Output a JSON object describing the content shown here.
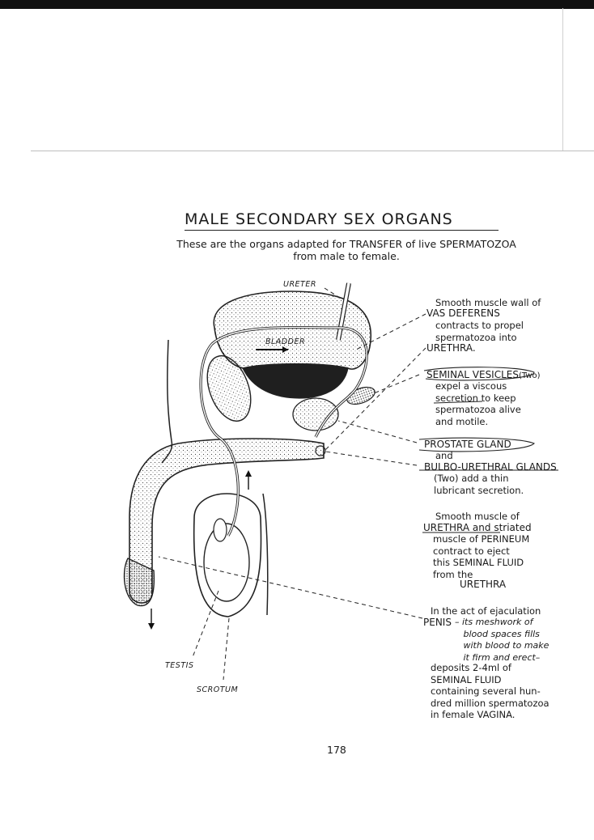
{
  "page": {
    "title": "MALE SECONDARY SEX ORGANS",
    "subtitle_line1": "These are the organs adapted for TRANSFER of live SPERMATOZOA",
    "subtitle_line2": "from male to female.",
    "page_number": "178"
  },
  "diagram_labels": {
    "ureter": "URETER",
    "bladder": "BLADDER",
    "testis": "TESTIS",
    "scrotum": "SCROTUM"
  },
  "notes": {
    "vas_deferens": {
      "intro": "Smooth muscle wall of",
      "heading": "VAS DEFERENS",
      "body": "contracts to propel\nspermatozoa into",
      "tail": "URETHRA."
    },
    "seminal_vesicles": {
      "heading": "SEMINAL VESICLES",
      "count": "(Two)",
      "body": "expel a viscous\nsecretion to keep\nspermatozoa alive\nand motile."
    },
    "prostate": {
      "heading": "PROSTATE GLAND",
      "joiner": "and",
      "heading2": "BULBO-URETHRAL GLANDS",
      "body": "(Two) add a thin\nlubricant secretion."
    },
    "urethra_muscle": {
      "intro": "Smooth muscle of",
      "heading": "URETHRA and striated",
      "body": "muscle of PERINEUM\ncontract to eject\nthis SEMINAL FLUID\nfrom the",
      "tail": "URETHRA"
    },
    "penis": {
      "intro": "In the act of ejaculation",
      "heading": "PENIS",
      "italic_body": "– its meshwork of\n   blood spaces fills\n   with blood to make\n   it firm and erect–",
      "body": "deposits 2-4ml of\nSEMINAL FLUID\ncontaining several hun-\ndred million spermatozoa\nin female VAGINA."
    }
  }
}
